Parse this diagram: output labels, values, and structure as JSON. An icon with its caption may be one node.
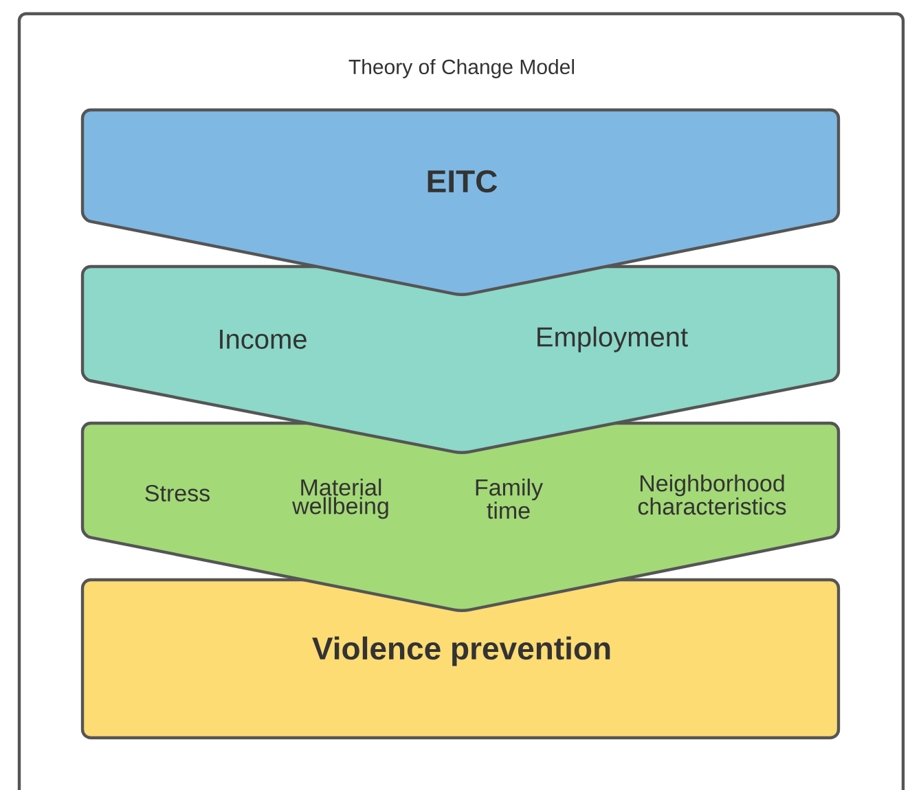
{
  "diagram": {
    "nodes": [
      {
        "text": [
          "Theory of Change Model"
        ]
      },
      {
        "text": [
          "EITC"
        ],
        "in": 0
      },
      {
        "text": [
          "Income",
          "Employment"
        ],
        "in": 0
      },
      {
        "text": [
          "Stress",
          "Material wellbeing",
          "Family time",
          "Neighborhood characteristics"
        ],
        "in": 0
      },
      {
        "text": [
          "Violence prevention"
        ],
        "in": 0
      }
    ]
  }
}
